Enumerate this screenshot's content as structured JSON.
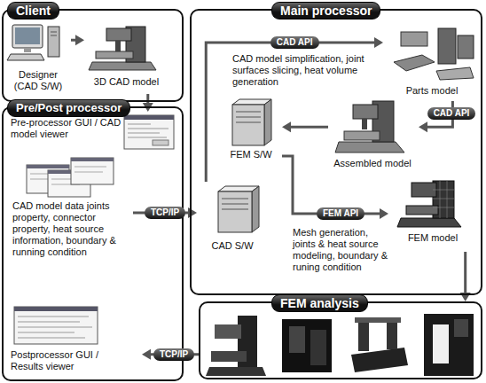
{
  "diagram": {
    "nodes": [
      {
        "text": [
          "Client"
        ]
      },
      {
        "text": [
          "Designer (CAD S/W)"
        ],
        "in": 0
      },
      {
        "text": [
          "3D CAD model"
        ],
        "in": 0
      },
      {
        "text": [
          "Pre/Post processor"
        ]
      },
      {
        "text": [
          "Pre-processor GUI / CAD model viewer"
        ],
        "in": 3
      },
      {
        "text": [
          "CAD model data joints property, connector property, heat source information, boundary & running condition"
        ],
        "in": 3
      },
      {
        "text": [
          "Postprocessor GUI / Results viewer"
        ],
        "in": 3
      },
      {
        "text": [
          "Main processor"
        ]
      },
      {
        "text": [
          "CAD S/W"
        ],
        "in": 7
      },
      {
        "text": [
          "Parts model"
        ],
        "in": 7
      },
      {
        "text": [
          "Assembled model"
        ],
        "in": 7
      },
      {
        "text": [
          "FEM S/W"
        ],
        "in": 7
      },
      {
        "text": [
          "FEM model"
        ],
        "in": 7
      },
      {
        "text": [
          "FEM analysis"
        ]
      }
    ],
    "edges": [
      {
        "from": 1,
        "to": 2,
        "arrow": "to"
      },
      {
        "from": 2,
        "to": 4,
        "arrow": "to"
      },
      {
        "from": 5,
        "to": 8,
        "label": "TCP/IP",
        "arrow": "to"
      },
      {
        "from": 8,
        "to": 9,
        "label": "CAD API",
        "arrow": "to"
      },
      {
        "from": 9,
        "to": 10,
        "label": "CAD API",
        "arrow": "to"
      },
      {
        "from": 10,
        "to": 11,
        "arrow": "to"
      },
      {
        "from": 11,
        "to": 12,
        "label": "FEM API",
        "arrow": "to"
      },
      {
        "from": 12,
        "to": 13,
        "arrow": "to"
      },
      {
        "from": 13,
        "to": 6,
        "label": "TCP/IP",
        "arrow": "to"
      }
    ],
    "labels": [
      "CAD model simplification, joint surfaces slicing, heat volume generation",
      "Mesh generation, joints & heat source modeling, boundary & runing condition"
    ]
  }
}
